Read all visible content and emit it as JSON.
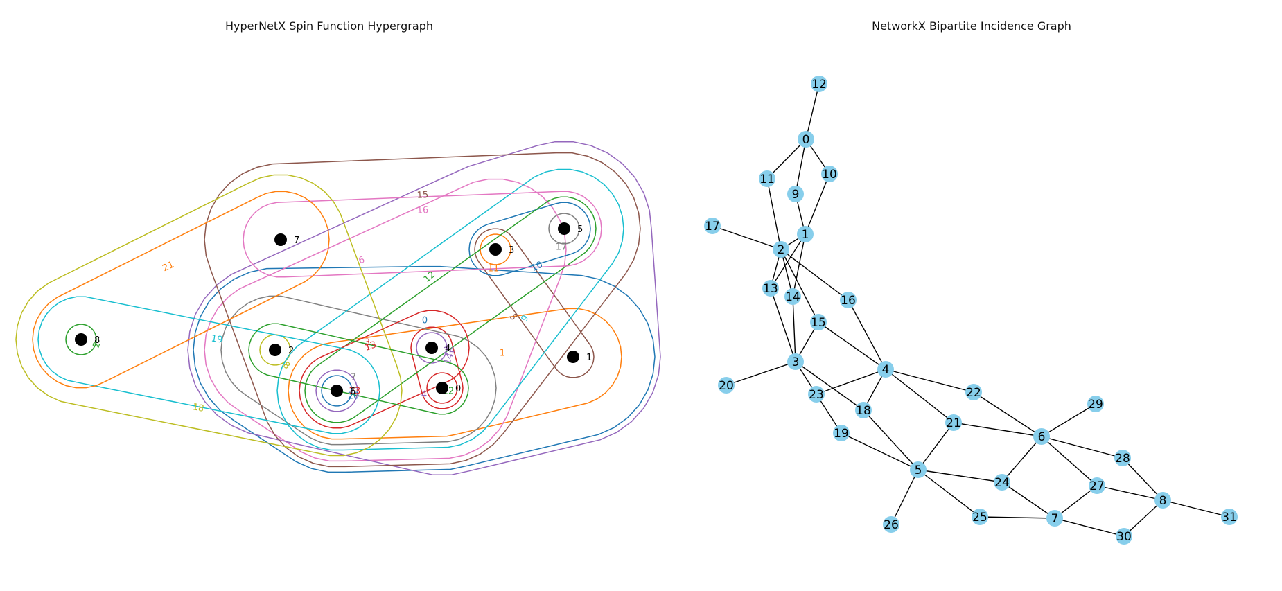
{
  "left_title": "HyperNetX Spin Function Hypergraph",
  "right_title": "NetworkX Bipartite Incidence Graph",
  "hypergraph": {
    "nodes": [
      "0",
      "1",
      "2",
      "3",
      "4",
      "5",
      "6",
      "7",
      "8"
    ],
    "edges": [
      {
        "label": "0",
        "color": "#1f77b4",
        "members": [
          "2",
          "6",
          "4",
          "0",
          "1"
        ]
      },
      {
        "label": "1",
        "color": "#ff7f0e",
        "members": [
          "6",
          "0",
          "1"
        ]
      },
      {
        "label": "2",
        "color": "#2ca02c",
        "members": [
          "8"
        ]
      },
      {
        "label": "3",
        "color": "#d62728",
        "members": [
          "4",
          "0"
        ]
      },
      {
        "label": "4",
        "color": "#9467bd",
        "members": [
          "4"
        ]
      },
      {
        "label": "5",
        "color": "#8c564b",
        "members": [
          "3",
          "1"
        ]
      },
      {
        "label": "6",
        "color": "#e377c2",
        "members": [
          "2",
          "6",
          "0",
          "3"
        ]
      },
      {
        "label": "7",
        "color": "#7f7f7f",
        "members": [
          "2",
          "6",
          "0"
        ]
      },
      {
        "label": "8",
        "color": "#bcbd22",
        "members": [
          "2"
        ]
      },
      {
        "label": "9",
        "color": "#17becf",
        "members": [
          "6",
          "0",
          "5"
        ]
      },
      {
        "label": "10",
        "color": "#1f77b4",
        "members": [
          "3",
          "5"
        ]
      },
      {
        "label": "11",
        "color": "#ff7f0e",
        "members": [
          "3"
        ]
      },
      {
        "label": "12",
        "color": "#2ca02c",
        "members": [
          "6",
          "5"
        ]
      },
      {
        "label": "13",
        "color": "#d62728",
        "members": [
          "6",
          "4"
        ]
      },
      {
        "label": "14",
        "color": "#9467bd",
        "members": [
          "2",
          "0",
          "1",
          "3",
          "5"
        ]
      },
      {
        "label": "15",
        "color": "#8c564b",
        "members": [
          "7",
          "6",
          "0",
          "5"
        ]
      },
      {
        "label": "16",
        "color": "#e377c2",
        "members": [
          "7",
          "5"
        ]
      },
      {
        "label": "17",
        "color": "#7f7f7f",
        "members": [
          "5"
        ]
      },
      {
        "label": "18",
        "color": "#bcbd22",
        "members": [
          "8",
          "7",
          "6"
        ]
      },
      {
        "label": "19",
        "color": "#17becf",
        "members": [
          "8",
          "6"
        ]
      },
      {
        "label": "20",
        "color": "#1f77b4",
        "members": [
          "6"
        ]
      },
      {
        "label": "21",
        "color": "#ff7f0e",
        "members": [
          "8",
          "7"
        ]
      },
      {
        "label": "22",
        "color": "#2ca02c",
        "members": [
          "2",
          "0"
        ]
      },
      {
        "label": "23",
        "color": "#d62728",
        "members": [
          "0"
        ]
      },
      {
        "label": "24",
        "color": "#9467bd",
        "members": [
          "6"
        ]
      }
    ]
  },
  "bipartite": {
    "node_color": "#87ceeb",
    "edge_color": "#000000",
    "nodes": [
      "0",
      "1",
      "2",
      "3",
      "4",
      "5",
      "6",
      "7",
      "8",
      "9",
      "10",
      "11",
      "12",
      "13",
      "14",
      "15",
      "16",
      "17",
      "18",
      "19",
      "20",
      "21",
      "22",
      "23",
      "24",
      "25",
      "26",
      "27",
      "28",
      "29",
      "30",
      "31"
    ],
    "edges": [
      [
        "12",
        "0"
      ],
      [
        "0",
        "11"
      ],
      [
        "0",
        "10"
      ],
      [
        "0",
        "9"
      ],
      [
        "11",
        "2"
      ],
      [
        "9",
        "1"
      ],
      [
        "10",
        "1"
      ],
      [
        "17",
        "2"
      ],
      [
        "2",
        "1"
      ],
      [
        "2",
        "13"
      ],
      [
        "2",
        "14"
      ],
      [
        "2",
        "15"
      ],
      [
        "2",
        "16"
      ],
      [
        "1",
        "13"
      ],
      [
        "1",
        "14"
      ],
      [
        "13",
        "3"
      ],
      [
        "14",
        "3"
      ],
      [
        "15",
        "3"
      ],
      [
        "15",
        "4"
      ],
      [
        "16",
        "4"
      ],
      [
        "3",
        "20"
      ],
      [
        "3",
        "23"
      ],
      [
        "3",
        "18"
      ],
      [
        "4",
        "23"
      ],
      [
        "4",
        "18"
      ],
      [
        "4",
        "21"
      ],
      [
        "4",
        "22"
      ],
      [
        "23",
        "19"
      ],
      [
        "18",
        "5"
      ],
      [
        "19",
        "5"
      ],
      [
        "21",
        "5"
      ],
      [
        "21",
        "6"
      ],
      [
        "22",
        "6"
      ],
      [
        "5",
        "26"
      ],
      [
        "5",
        "24"
      ],
      [
        "5",
        "25"
      ],
      [
        "6",
        "29"
      ],
      [
        "6",
        "28"
      ],
      [
        "6",
        "24"
      ],
      [
        "6",
        "27"
      ],
      [
        "24",
        "7"
      ],
      [
        "25",
        "7"
      ],
      [
        "7",
        "27"
      ],
      [
        "7",
        "30"
      ],
      [
        "27",
        "8"
      ],
      [
        "28",
        "8"
      ],
      [
        "30",
        "8"
      ],
      [
        "8",
        "31"
      ]
    ]
  }
}
